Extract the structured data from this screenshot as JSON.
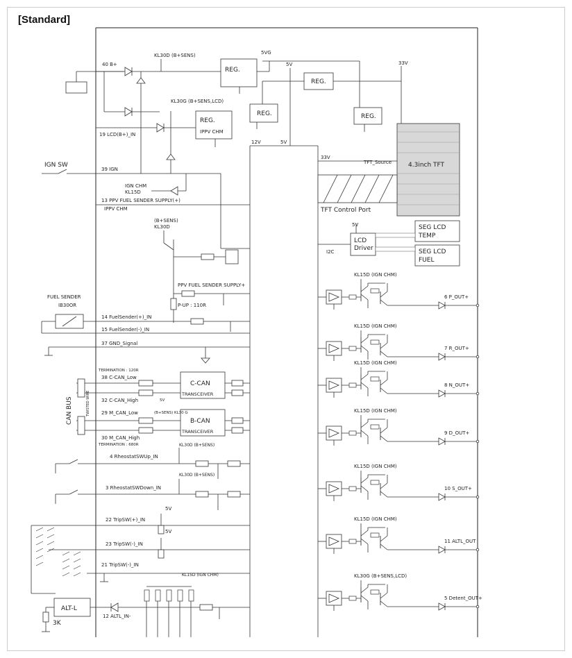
{
  "title": "[Standard]",
  "blocks": {
    "reg": "REG.",
    "reg_ippv": "IPPV CHM",
    "tft": "4.3inch TFT",
    "tft_source": "TFT_Source",
    "tft_control": "TFT Control Port",
    "lcd_driver": [
      "LCD",
      "Driver"
    ],
    "i2c": "I2C",
    "seg_temp": [
      "SEG LCD",
      "TEMP"
    ],
    "seg_fuel": [
      "SEG LCD",
      "FUEL"
    ],
    "ccan": "C-CAN",
    "bcan": "B-CAN",
    "transceiver": "TRANSCEIVER",
    "alt_l": "ALT-L",
    "res_3k": "3K",
    "fuel_sender": [
      "FUEL SENDER",
      "IB30OR"
    ]
  },
  "rails": {
    "v5g": "5VG",
    "v5": "5V",
    "v33": "33V",
    "v12": "12V"
  },
  "supply_labels": {
    "kl30_a": "KL30D (B+SENS)",
    "kl30_b": "KL30G (B+SENS,LCD)",
    "ign_chm": [
      "IGN CHM",
      "KL15D"
    ],
    "ippv_chm": "IPPV CHM",
    "b_sens": [
      "(B+SENS)",
      "KL30D"
    ],
    "ppv_supply": "PPV FUEL SENDER SUPPLY+",
    "pullup": "P-UP : 110R",
    "ign_sw": "IGN SW",
    "can_bus": "CAN BUS",
    "twisted": "TWISTED WIRE"
  },
  "pins_left": [
    "40 B+",
    "19 LCD(B+)_IN",
    "39 IGN",
    "13 PPV FUEL SENDER SUPPLY(+)",
    "14 FuelSender(+)_IN",
    "15 FuelSender(-)_IN",
    "37 GND_Signal",
    "38 C-CAN_Low",
    "32 C-CAN_High",
    "29 M_CAN_Low",
    "30 M_CAN_High",
    "4 RheostatSWUp_IN",
    "3 RheostatSWDown_IN",
    "22 TripSW(+)_IN",
    "23 TripSW(-)_IN",
    "21 TripSW(-)_IN",
    "12 ALTL_IN-"
  ],
  "termination": [
    "TERMINATION : 120R",
    "TERMINATION : 680R"
  ],
  "outputs": [
    {
      "supply": "KL15D (IGN CHM)",
      "pin": "6 P_OUT+"
    },
    {
      "supply": "KL15D (IGN CHM)",
      "pin": "7 R_OUT+"
    },
    {
      "supply": "KL15D (IGN CHM)",
      "pin": "8 N_OUT+"
    },
    {
      "supply": "KL15D (IGN CHM)",
      "pin": "9 D_OUT+"
    },
    {
      "supply": "KL15D (IGN CHM)",
      "pin": "10 S_OUT+"
    },
    {
      "supply": "KL15D (IGN CHM)",
      "pin": "11 ALTL_OUT"
    },
    {
      "supply": "KL30G (B+SENS,LCD)",
      "pin": "5 Detent_OUT+"
    }
  ],
  "misc": {
    "kl15d_ign": "KL15D (IGN CHM)",
    "kl30d_bsens": "KL30D (B+SENS)",
    "v5_small": "5V",
    "v5_can": "5V",
    "b_sens_can": "(B+SENS) KL30 G"
  }
}
